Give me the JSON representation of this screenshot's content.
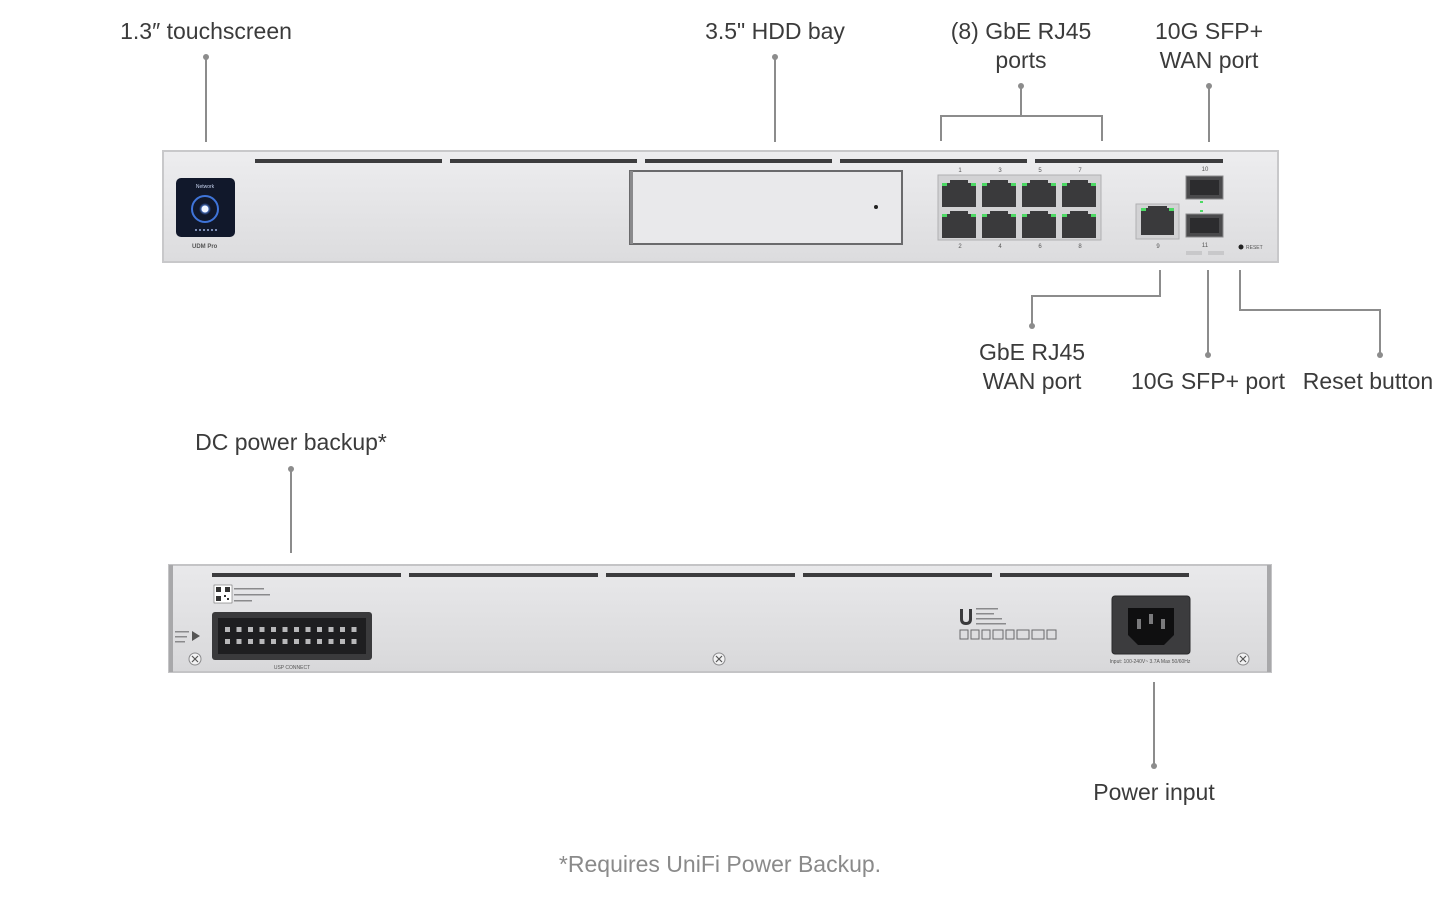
{
  "labels": {
    "touchscreen": "1.3″ touchscreen",
    "hdd_bay": "3.5\" HDD bay",
    "gbe_ports_line1": "(8) GbE RJ45",
    "gbe_ports_line2": "ports",
    "sfp_wan_line1": "10G SFP+",
    "sfp_wan_line2": "WAN port",
    "gbe_wan_line1": "GbE RJ45",
    "gbe_wan_line2": "WAN port",
    "sfp_port": "10G SFP+ port",
    "reset_button": "Reset button",
    "dc_power": "DC power backup*",
    "power_input": "Power input"
  },
  "footnote": "*Requires UniFi Power Backup.",
  "front_panel": {
    "model": "UDM Pro",
    "screen_title": "Network",
    "reset_text": "RESET",
    "port_numbers_top": [
      "1",
      "3",
      "5",
      "7"
    ],
    "port_numbers_bottom": [
      "2",
      "4",
      "6",
      "8"
    ],
    "wan_port_number": "9",
    "sfp_numbers": [
      "10",
      "11"
    ]
  },
  "rear_panel": {
    "dc_connector_label": "USP CONNECT",
    "power_rating": "Input: 100-240V~ 3.7A Max 50/60Hz"
  },
  "colors": {
    "chassis": "#e6e6e8",
    "port_led": "#4cd964",
    "line": "#8c8c8c",
    "screen_accent": "#2f6fd6"
  }
}
